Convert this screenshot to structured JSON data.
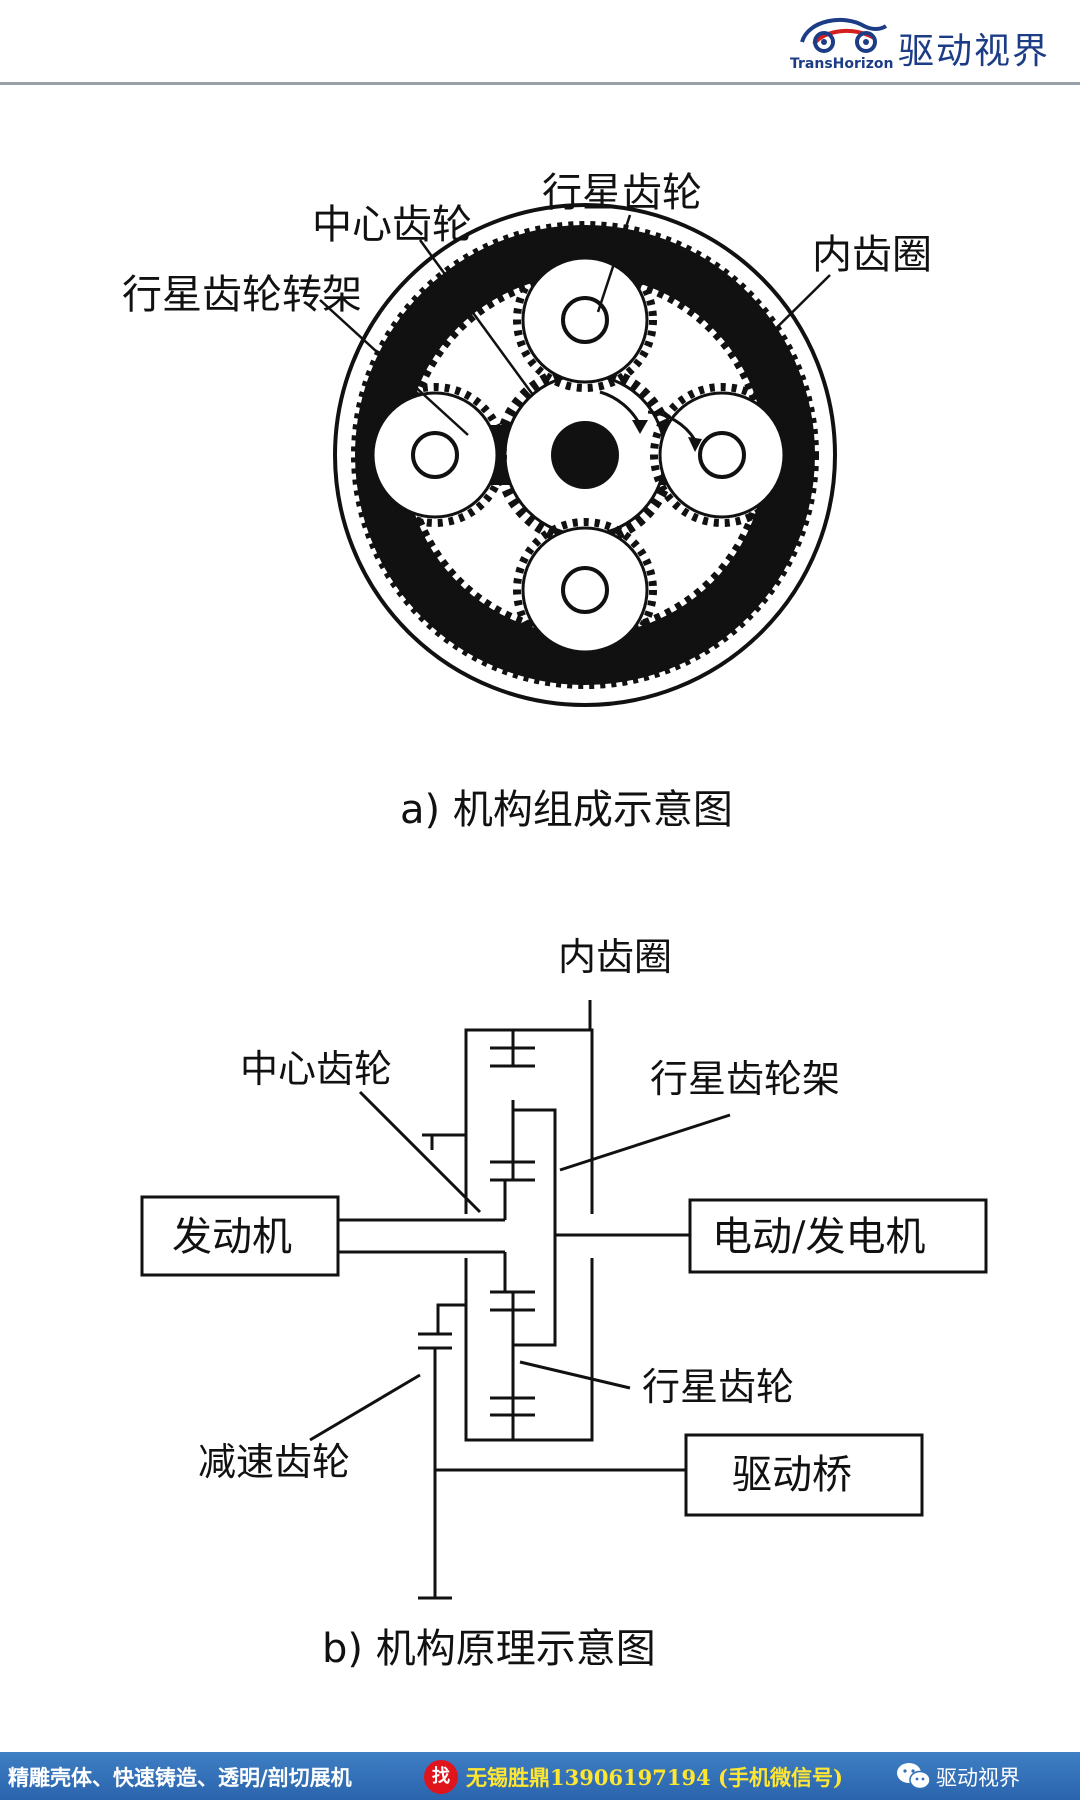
{
  "header": {
    "brand_cn": "驱动视界",
    "brand_en": "TransHorizon"
  },
  "figure_a": {
    "labels": {
      "planet_gear": "行星齿轮",
      "sun_gear": "中心齿轮",
      "ring_gear": "内齿圈",
      "planet_carrier": "行星齿轮转架"
    },
    "caption": "a) 机构组成示意图"
  },
  "figure_b": {
    "labels": {
      "ring_gear": "内齿圈",
      "sun_gear": "中心齿轮",
      "planet_carrier": "行星齿轮架",
      "engine": "发动机",
      "motor_generator": "电动/发电机",
      "planet_gear": "行星齿轮",
      "reduction_gear": "减速齿轮",
      "drive_axle": "驱动桥"
    },
    "caption": "b) 机构原理示意图"
  },
  "footer": {
    "promo": "精雕壳体、快速铸造、透明/剖切展机",
    "badge": "找",
    "contact": "无锡胜鼎13906197194 (手机微信号)",
    "brand": "驱动视界"
  },
  "colors": {
    "brand_blue": "#1c3c86",
    "logo_red": "#d3201f",
    "footer_blue": "#2f6fb8",
    "contact_yellow": "#ffe632"
  }
}
